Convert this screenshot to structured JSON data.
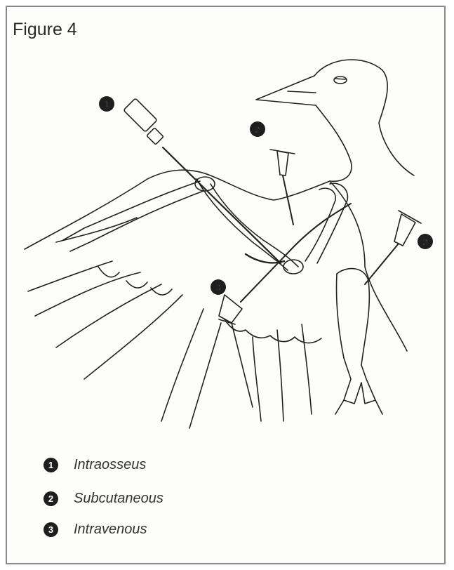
{
  "figure_title": "Figure 4",
  "callouts": [
    {
      "number": "1"
    },
    {
      "number": "2"
    },
    {
      "number": "2"
    },
    {
      "number": "3"
    }
  ],
  "legend": [
    {
      "number": "1",
      "label": "Intraosseus"
    },
    {
      "number": "2",
      "label": "Subcutaneous"
    },
    {
      "number": "3",
      "label": "Intravenous"
    }
  ],
  "colors": {
    "ink": "#1e1e1e",
    "frame": "#8a8a8a",
    "paper": "#fdfdfb"
  }
}
